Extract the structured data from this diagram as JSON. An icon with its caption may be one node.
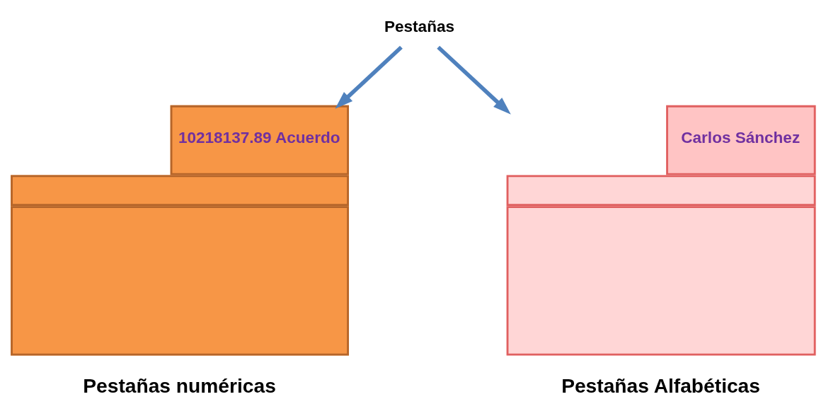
{
  "diagram": {
    "nodes": [
      {
        "text": [
          "Pestañas"
        ]
      },
      {
        "text": [
          "10218137.89 Acuerdo"
        ],
        "beside": [
          "Pestañas numéricas"
        ]
      },
      {
        "text": [
          "Carlos Sánchez"
        ],
        "beside": [
          "Pestañas Alfabéticas"
        ]
      }
    ],
    "edges": [
      {
        "from": 0,
        "to": 1,
        "arrow": "to"
      },
      {
        "from": 0,
        "to": 2,
        "arrow": "to"
      }
    ]
  }
}
